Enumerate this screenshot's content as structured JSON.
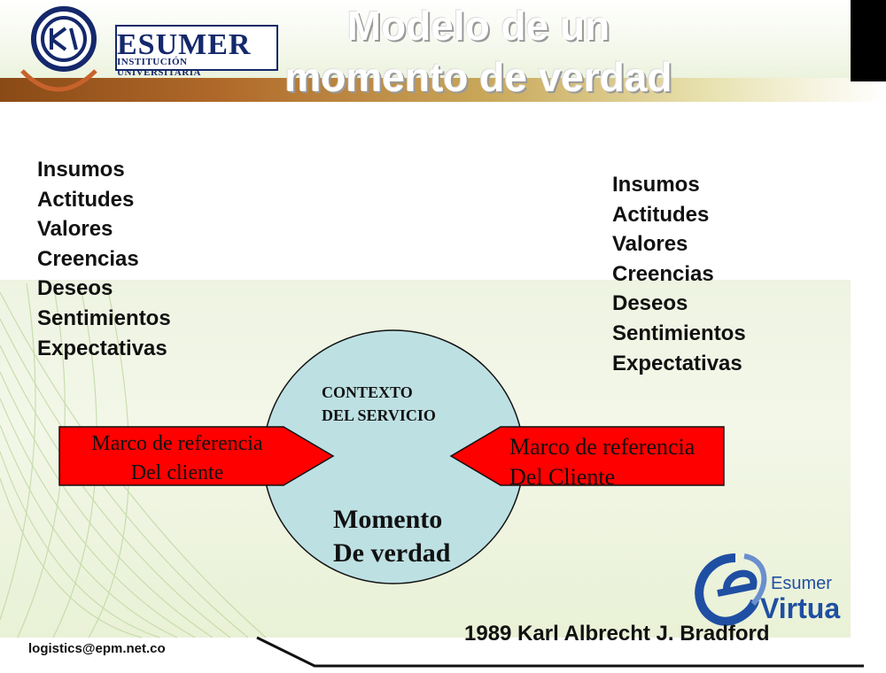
{
  "header": {
    "title_line1": "Modelo de un",
    "title_line2": "momento de verdad",
    "logo_name": "ESUMER",
    "logo_subtitle": "INSTITUCIÓN UNIVERSITARIA"
  },
  "lists": {
    "left": [
      "Insumos",
      "Actitudes",
      "Valores",
      "Creencias",
      "Deseos",
      "Sentimientos",
      "Expectativas"
    ],
    "right": [
      "Insumos",
      "Actitudes",
      "Valores",
      "Creencias",
      "Deseos",
      "Sentimientos",
      "Expectativas"
    ]
  },
  "diagram": {
    "context_line1": "CONTEXTO",
    "context_line2": "DEL SERVICIO",
    "moment_line1": "Momento",
    "moment_line2": "De verdad",
    "left_arrow_line1": "Marco de referencia",
    "left_arrow_line2": "Del cliente",
    "right_arrow_line1": "Marco de referencia",
    "right_arrow_line2": "Del Cliente"
  },
  "footer": {
    "credit": "1989 Karl Albrecht J. Bradford",
    "email": "logistics@epm.net.co",
    "virtual_logo_top": "Esumer",
    "virtual_logo_bottom": "Virtual"
  },
  "colors": {
    "arrow_fill": "#ff0000",
    "circle_fill": "#bde0e3",
    "brand_blue": "#14286b",
    "virtual_blue": "#1f4fa3"
  }
}
